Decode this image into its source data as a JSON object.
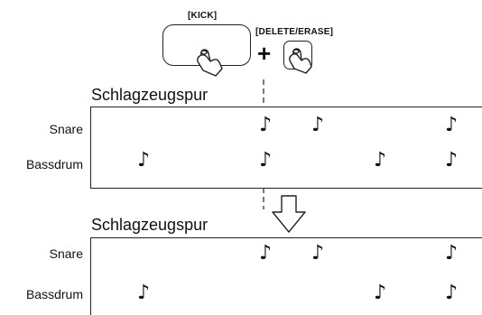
{
  "buttons": {
    "kick_label": "[KICK]",
    "delete_label": "[DELETE/ERASE]",
    "plus": "+"
  },
  "track_title_before": "Schlagzeugspur",
  "track_title_after": "Schlagzeugspur",
  "rows": {
    "snare": "Snare",
    "bassdrum": "Bassdrum"
  },
  "note_glyph": "♪",
  "before": {
    "snare_steps": [
      3,
      4,
      7
    ],
    "bassdrum_steps": [
      1,
      3,
      6,
      7
    ]
  },
  "after": {
    "snare_steps": [
      3,
      4,
      7
    ],
    "bassdrum_steps": [
      1,
      6,
      7
    ]
  },
  "icons": [
    "finger-press-icon",
    "down-arrow-icon"
  ]
}
